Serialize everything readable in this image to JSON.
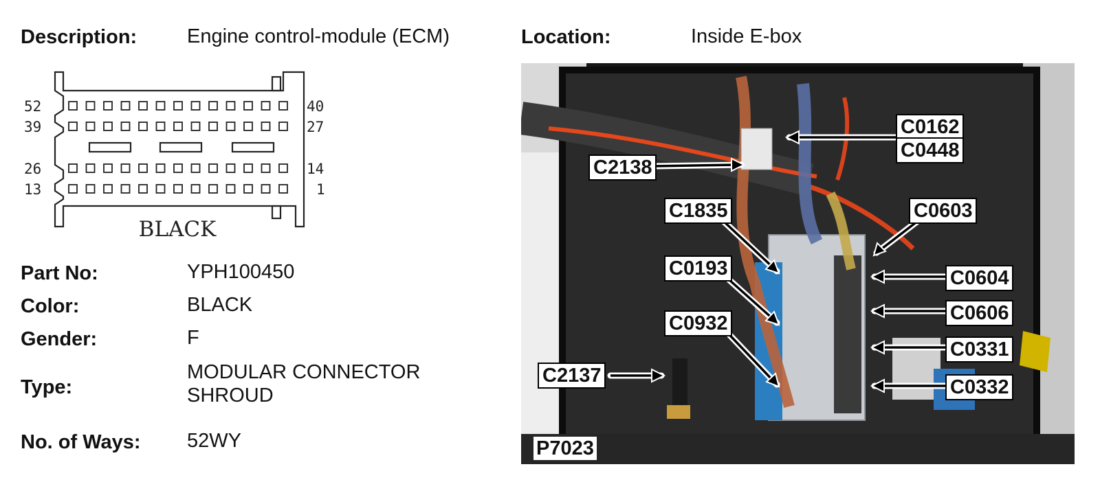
{
  "header": {
    "description_label": "Description:",
    "description_value": "Engine control-module (ECM)",
    "location_label": "Location:",
    "location_value": "Inside E-box"
  },
  "connector": {
    "pins": {
      "row1_left": "52",
      "row1_right": "40",
      "row2_left": "39",
      "row2_right": "27",
      "row3_left": "26",
      "row3_right": "14",
      "row4_left": "13",
      "row4_right": "1"
    },
    "color_text": "BLACK"
  },
  "details": [
    {
      "label": "Part No:",
      "value": "YPH100450"
    },
    {
      "label": "Color:",
      "value": "BLACK"
    },
    {
      "label": "Gender:",
      "value": "F"
    },
    {
      "label": "Type:",
      "value": "MODULAR CONNECTOR",
      "value2": "SHROUD"
    },
    {
      "label": "No. of Ways:",
      "value": "52WY"
    }
  ],
  "photo": {
    "callouts": {
      "c0162": "C0162",
      "c0448": "C0448",
      "c2138": "C2138",
      "c1835": "C1835",
      "c0603": "C0603",
      "c0193": "C0193",
      "c0604": "C0604",
      "c0606": "C0606",
      "c0932": "C0932",
      "c0331": "C0331",
      "c2137": "C2137",
      "c0332": "C0332"
    },
    "figure_id": "P7023"
  }
}
